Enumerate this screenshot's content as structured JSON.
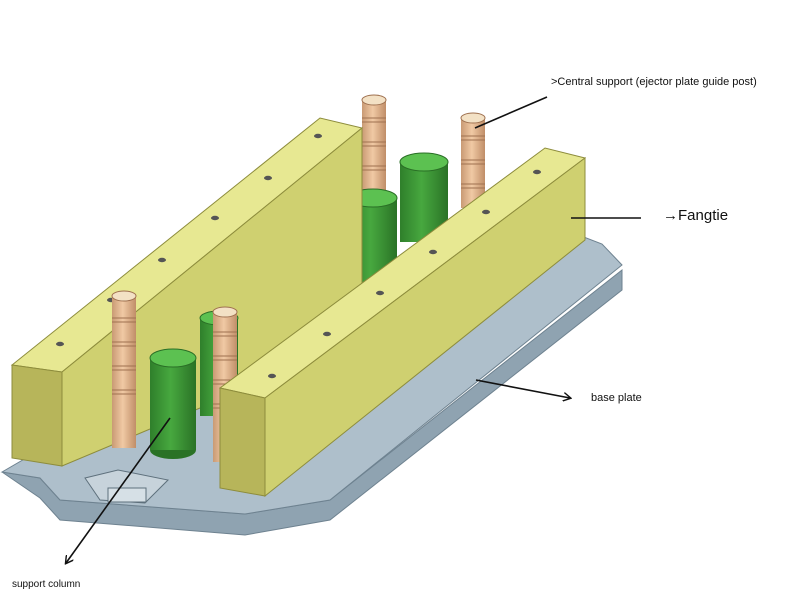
{
  "labels": {
    "central_support": ">Central support (ejector plate guide post)",
    "fangtie": "→Fangtie",
    "base_plate": "base plate",
    "support_column": "support column"
  },
  "colors": {
    "base_plate_top": "#aebfcb",
    "base_plate_side": "#8fa3b1",
    "fangtie_front": "#cfd070",
    "fangtie_top": "#e7e892",
    "fangtie_end": "#b7b55a",
    "support_column": "#3f9a3a",
    "guide_post": "#e0b58f"
  }
}
